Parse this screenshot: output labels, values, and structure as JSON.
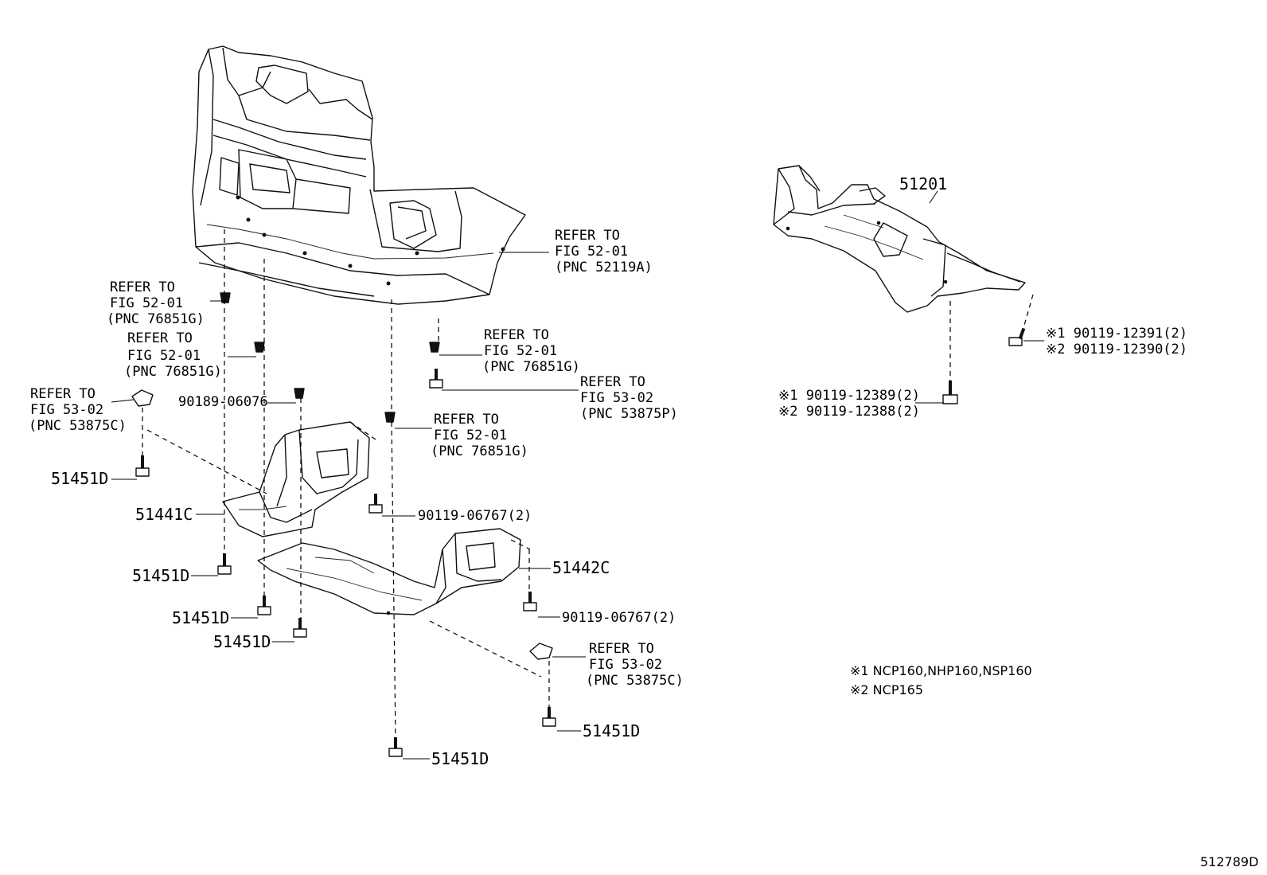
{
  "diagram": {
    "fig_code": "512789D",
    "labels": {
      "subframe": "51201",
      "refer_bumper_1": "REFER TO",
      "refer_bumper_2": "FIG 52-01",
      "refer_bumper_3": "(PNC 52119A)",
      "refer_a_1": "REFER TO",
      "refer_a_2": "FIG 52-01",
      "refer_a_3": "(PNC 76851G)",
      "refer_b_1": "REFER TO",
      "refer_b_2": "FIG 52-01",
      "refer_b_3": "(PNC 76851G)",
      "refer_c_1": "REFER TO",
      "refer_c_2": "FIG 53-02",
      "refer_c_3": "(PNC 53875C)",
      "clip_90189": "90189-06076",
      "refer_d_1": "REFER TO",
      "refer_d_2": "FIG 52-01",
      "refer_d_3": "(PNC 76851G)",
      "refer_e_1": "REFER TO",
      "refer_e_2": "FIG 53-02",
      "refer_e_3": "(PNC 53875P)",
      "refer_f_1": "REFER TO",
      "refer_f_2": "FIG 52-01",
      "refer_f_3": "(PNC 76851G)",
      "bolt_51451d_1": "51451D",
      "cover_51441c": "51441C",
      "bolt_90119_06767_a": "90119-06767(2)",
      "bolt_51451d_2": "51451D",
      "cover_51442c": "51442C",
      "bolt_51451d_3": "51451D",
      "bolt_51451d_4": "51451D",
      "bolt_90119_06767_b": "90119-06767(2)",
      "refer_g_1": "REFER TO",
      "refer_g_2": "FIG 53-02",
      "refer_g_3": "(PNC 53875C)",
      "bolt_51451d_5": "51451D",
      "bolt_51451d_6": "51451D",
      "sub_bolt_r1": "※1 90119-12391(2)",
      "sub_bolt_r2": "※2 90119-12390(2)",
      "sub_bolt_l1": "※1 90119-12389(2)",
      "sub_bolt_l2": "※2 90119-12388(2)",
      "note_1": "※1 NCP160,NHP160,NSP160",
      "note_2": "※2 NCP165"
    }
  }
}
